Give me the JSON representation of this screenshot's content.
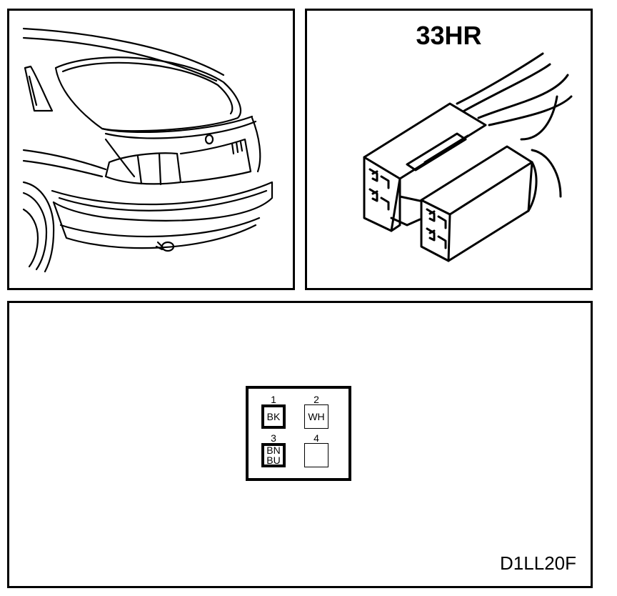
{
  "connector": {
    "name": "33HR"
  },
  "pinout": {
    "pins": [
      {
        "number": "1",
        "color_line1": "BK",
        "color_line2": "",
        "outline": "thick"
      },
      {
        "number": "2",
        "color_line1": "WH",
        "color_line2": "",
        "outline": "thin"
      },
      {
        "number": "3",
        "color_line1": "BN",
        "color_line2": "BU",
        "outline": "thick"
      },
      {
        "number": "4",
        "color_line1": "",
        "color_line2": "",
        "outline": "thin"
      }
    ]
  },
  "figure": {
    "reference": "D1LL20F"
  },
  "colors": {
    "line": "#000000",
    "background": "#ffffff"
  }
}
